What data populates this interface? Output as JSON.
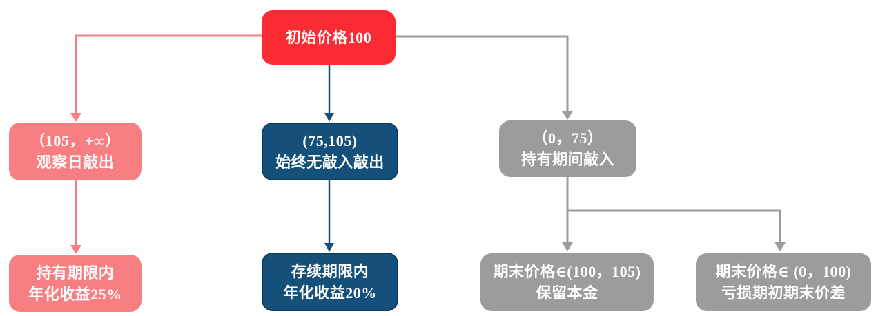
{
  "diagram": {
    "colors": {
      "red": "#FA2B32",
      "pink": "#F87F81",
      "blue": "#15507B",
      "blue_border": "#0C3C60",
      "gray": "#9C9C9C",
      "text": "#FFFFFF"
    },
    "nodes": {
      "root": {
        "line1": "初始价格100"
      },
      "knock_out": {
        "line1": "（105，+∞）",
        "line2": "观察日敲出"
      },
      "no_knock": {
        "line1": "(75,105)",
        "line2": "始终无敲入敲出"
      },
      "knock_in": {
        "line1": "（0，75）",
        "line2": "持有期间敲入"
      },
      "result_knock_out": {
        "line1": "持有期限内",
        "line2": "年化收益25%"
      },
      "result_no_knock": {
        "line1": "存续期限内",
        "line2": "年化收益20%"
      },
      "result_hold_principal": {
        "line1": "期末价格∈(100，105)",
        "line2": "保留本金"
      },
      "result_loss": {
        "line1": "期末价格∈ (0，100)",
        "line2": "亏损期初期末价差"
      }
    }
  }
}
